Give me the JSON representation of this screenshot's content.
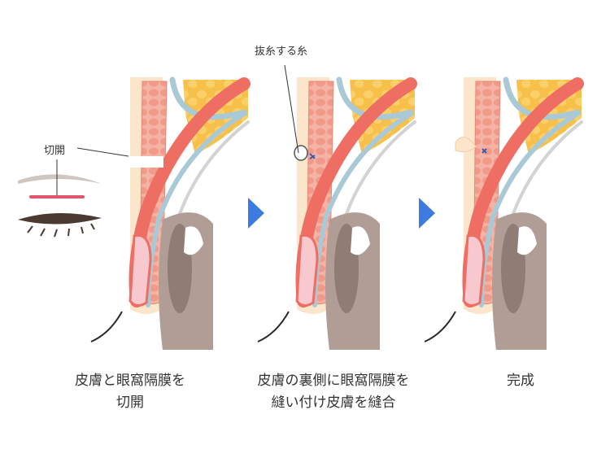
{
  "labels": {
    "incision": "切開",
    "suture_removal": "抜糸する糸"
  },
  "steps": [
    {
      "caption_line1": "皮膚と眼窩隔膜を",
      "caption_line2": "切開"
    },
    {
      "caption_line1": "皮膚の裏側に眼窩隔膜を",
      "caption_line2": "縫い付け皮膚を縫合"
    },
    {
      "caption_line1": "完成",
      "caption_line2": ""
    }
  ],
  "arrows": [
    "step-arrow",
    "step-arrow"
  ],
  "colors": {
    "skin": "#fbe6cc",
    "fat_orange": "#f7c04a",
    "muscle_pink": "#f29a8a",
    "septum_blue": "#a9c9d6",
    "levator_red": "#ef6e63",
    "eyeball": "#b09d96",
    "arrow": "#3d7be0",
    "incision_line": "#e0566a"
  }
}
